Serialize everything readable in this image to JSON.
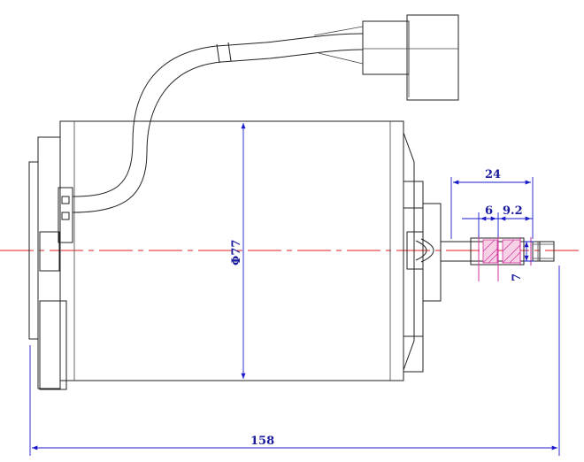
{
  "dimensions": {
    "overall_length": "158",
    "diameter": "Φ77",
    "shaft_length": "24",
    "key_offset": "6",
    "key_length": "9.2",
    "shaft_flat": "7"
  },
  "colors": {
    "outline": "#222222",
    "dimension": "#1a1acc",
    "centerline": "#e02020",
    "hatch": "#d0309a"
  }
}
